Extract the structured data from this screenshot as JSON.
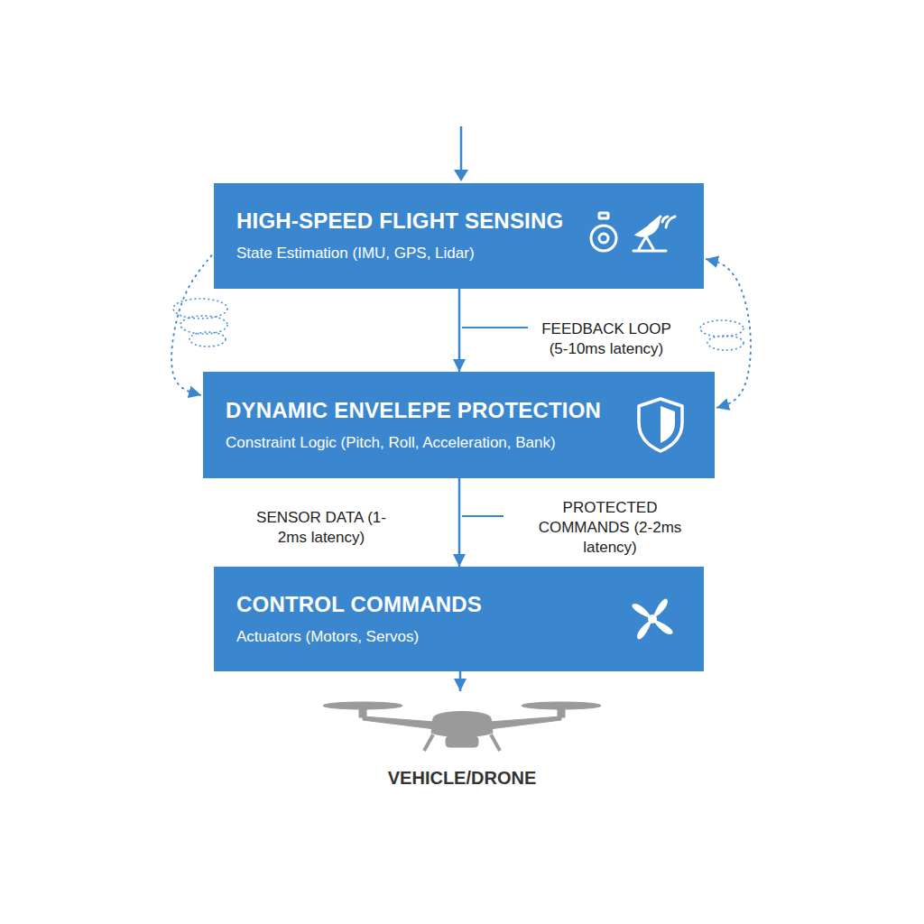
{
  "diagram": {
    "nodes": [
      {
        "text": [
          "HIGH-SPEED FLIGHT SENSING",
          "State Estimation (IMU, GPS, Lidar)"
        ]
      },
      {
        "text": [
          "DYNAMIC ENVELEPE PROTECTION",
          "Constraint Logic (Pitch, Roll, Acceleration, Bank)"
        ]
      },
      {
        "text": [
          "CONTROL COMMANDS",
          "Actuators (Motors, Servos)"
        ]
      },
      {
        "text": [
          "VEHICLE/DRONE"
        ]
      }
    ],
    "edges": [
      {
        "from": 0,
        "to": 1,
        "arrow": "to",
        "label": "FEEDBACK LOOP (5-10ms latency)"
      },
      {
        "from": 1,
        "to": 2,
        "arrow": "to",
        "label": "PROTECTED COMMANDS (2-2ms latency)"
      },
      {
        "from": 2,
        "to": 3,
        "arrow": "to"
      },
      {
        "from": 0,
        "to": 1,
        "arrow": "to"
      },
      {
        "from": 1,
        "to": 0,
        "arrow": "both"
      }
    ],
    "labels": [
      "SENSOR DATA (1-2ms latency)"
    ]
  }
}
